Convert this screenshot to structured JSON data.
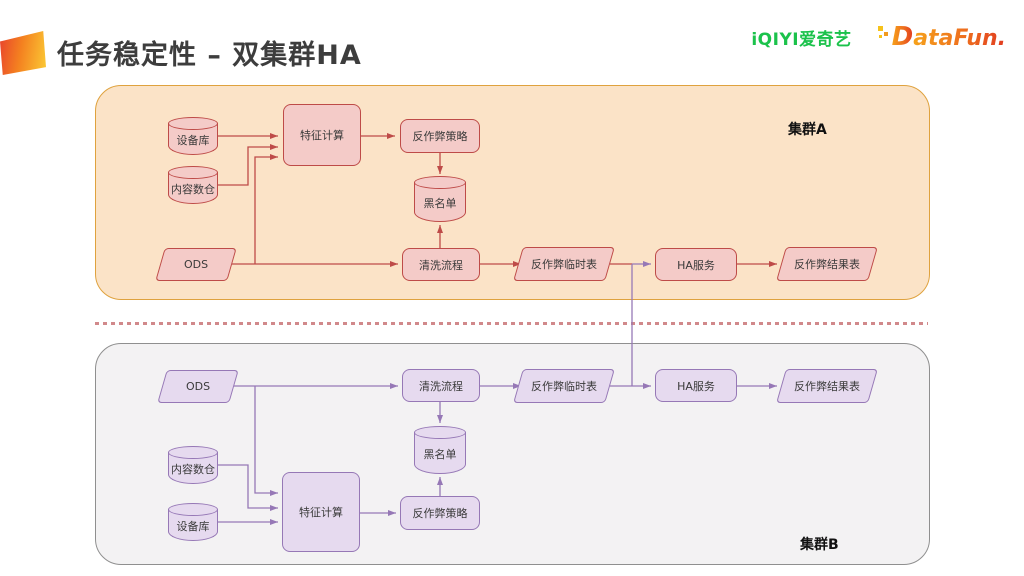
{
  "header": {
    "title": "任务稳定性 – 双集群HA",
    "logos": {
      "iqiyi": "iQIYI爱奇艺",
      "datafun_d": "D",
      "datafun_rest": "ataFun."
    }
  },
  "brand_colors": {
    "iqiyi_green": "#1BC24B",
    "datafun_orange": "#F6A21B",
    "datafun_red": "#E03A20"
  },
  "divider_color": "#D1898B",
  "cluster_a": {
    "label": "集群A",
    "palette": {
      "bg": "#FBE3C7",
      "border": "#DFA23E",
      "node_fill": "#F4CBC8",
      "node_stroke": "#BE4B48"
    },
    "nodes": {
      "device_db": "设备库",
      "content_dw": "内容数仓",
      "feature_calc": "特征计算",
      "strategy": "反作弊策略",
      "blacklist": "黑名单",
      "ods": "ODS",
      "cleaning": "清洗流程",
      "temp_table": "反作弊临时表",
      "ha_service": "HA服务",
      "result_table": "反作弊结果表"
    }
  },
  "cluster_b": {
    "label": "集群B",
    "palette": {
      "bg": "#F3F2F3",
      "border": "#8F8F8F",
      "node_fill": "#E6DAEF",
      "node_stroke": "#9678B6"
    },
    "nodes": {
      "device_db": "设备库",
      "content_dw": "内容数仓",
      "feature_calc": "特征计算",
      "strategy": "反作弊策略",
      "blacklist": "黑名单",
      "ods": "ODS",
      "cleaning": "清洗流程",
      "temp_table": "反作弊临时表",
      "ha_service": "HA服务",
      "result_table": "反作弊结果表"
    }
  }
}
